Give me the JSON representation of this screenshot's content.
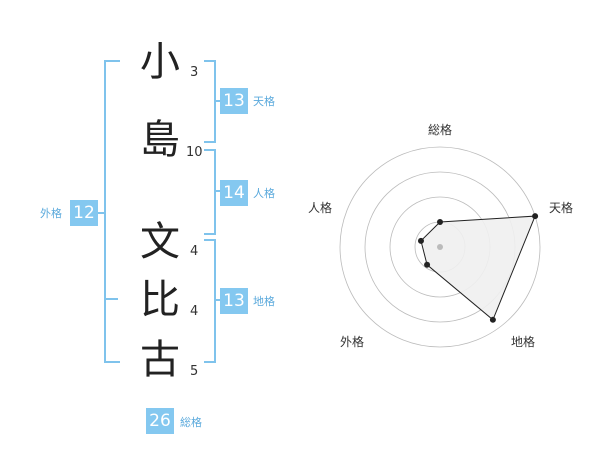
{
  "name": {
    "chars": [
      {
        "char": "小",
        "strokes": "3"
      },
      {
        "char": "島",
        "strokes": "10"
      },
      {
        "char": "文",
        "strokes": "4"
      },
      {
        "char": "比",
        "strokes": "4"
      },
      {
        "char": "古",
        "strokes": "5"
      }
    ]
  },
  "grids": {
    "tenkaku": {
      "value": "13",
      "label": "天格"
    },
    "jinkaku": {
      "value": "14",
      "label": "人格"
    },
    "chikaku": {
      "value": "13",
      "label": "地格"
    },
    "gaikaku": {
      "value": "12",
      "label": "外格"
    },
    "soukaku": {
      "value": "26",
      "label": "総格"
    }
  },
  "radar": {
    "axes": [
      "総格",
      "天格",
      "地格",
      "外格",
      "人格"
    ],
    "values": [
      0.25,
      1.0,
      0.9,
      0.22,
      0.2
    ],
    "colors": {
      "fill": "#f0f0f0",
      "stroke": "#222222",
      "rings": "#bbbbbb",
      "center": "#bbbbbb"
    }
  }
}
